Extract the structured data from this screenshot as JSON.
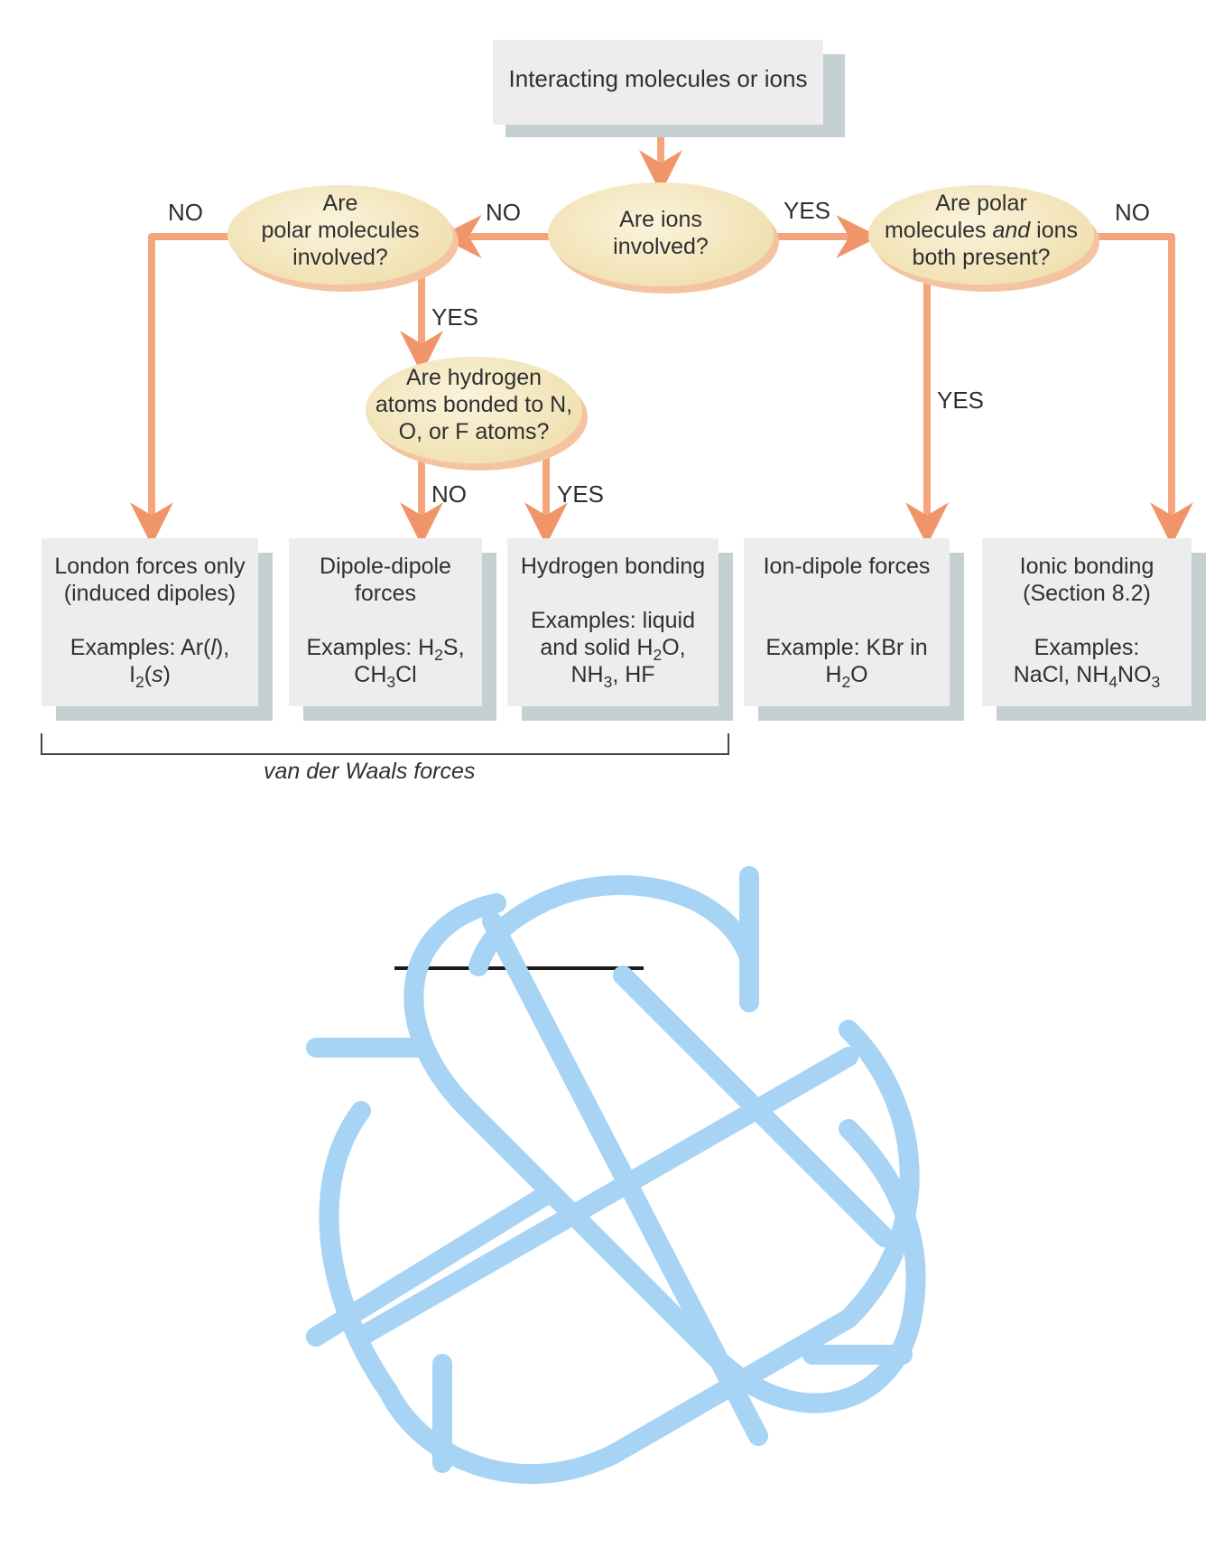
{
  "flowchart": {
    "start": {
      "text": "Interacting molecules or ions"
    },
    "decisions": {
      "ions_involved": {
        "lines": [
          "Are ions",
          "involved?"
        ]
      },
      "polar_molecules": {
        "lines": [
          "Are",
          "polar molecules",
          "involved?"
        ]
      },
      "polar_and_ions": {
        "line1": "Are polar",
        "line2_pre": "molecules ",
        "line2_em": "and",
        "line2_post": " ions",
        "line3": "both present?"
      },
      "hydrogen_bonded": {
        "lines": [
          "Are hydrogen",
          "atoms bonded to N,",
          "O, or F atoms?"
        ]
      }
    },
    "edge_labels": {
      "polar_no": "NO",
      "ions_no": "NO",
      "ions_yes": "YES",
      "both_no": "NO",
      "polar_yes": "YES",
      "both_yes": "YES",
      "hydrogen_no": "NO",
      "hydrogen_yes": "YES"
    },
    "outcomes": {
      "london": {
        "line1": "London forces only",
        "line2": "(induced dipoles)",
        "ex1_pre": "Examples: Ar(",
        "ex1_em": "l",
        "ex1_post": "),",
        "ex2_a": "I",
        "ex2_sub": "2",
        "ex2_b": "(",
        "ex2_em": "s",
        "ex2_c": ")"
      },
      "dipole": {
        "line1": "Dipole-dipole",
        "line2": "forces",
        "ex1_a": "Examples: H",
        "ex1_sub": "2",
        "ex1_b": "S,",
        "ex2_a": "CH",
        "ex2_sub": "3",
        "ex2_b": "Cl"
      },
      "hydrogen": {
        "line1": "Hydrogen bonding",
        "ex1": "Examples: liquid",
        "ex2_a": "and solid H",
        "ex2_sub": "2",
        "ex2_b": "O,",
        "ex3_a": "NH",
        "ex3_sub": "3",
        "ex3_b": ", HF"
      },
      "ion_dipole": {
        "line1": "Ion-dipole forces",
        "ex1": "Example: KBr in",
        "ex2_a": "H",
        "ex2_sub": "2",
        "ex2_b": "O"
      },
      "ionic": {
        "line1": "Ionic bonding",
        "line2": "(Section 8.2)",
        "ex1": "Examples:",
        "ex2_a": "NaCl, NH",
        "ex2_sub1": "4",
        "ex2_b": "NO",
        "ex2_sub2": "3"
      }
    },
    "bracket_label": "van der Waals forces"
  },
  "colors": {
    "arrow": "#f4a07a",
    "arrow_core": "#ee8a5c",
    "box": "#ededed",
    "box_shadow": "#c4d0d1",
    "oval": "#f1e2b4",
    "logo": "#a7d3f5"
  },
  "icons": [
    "recycle-arrows-logo-icon"
  ]
}
